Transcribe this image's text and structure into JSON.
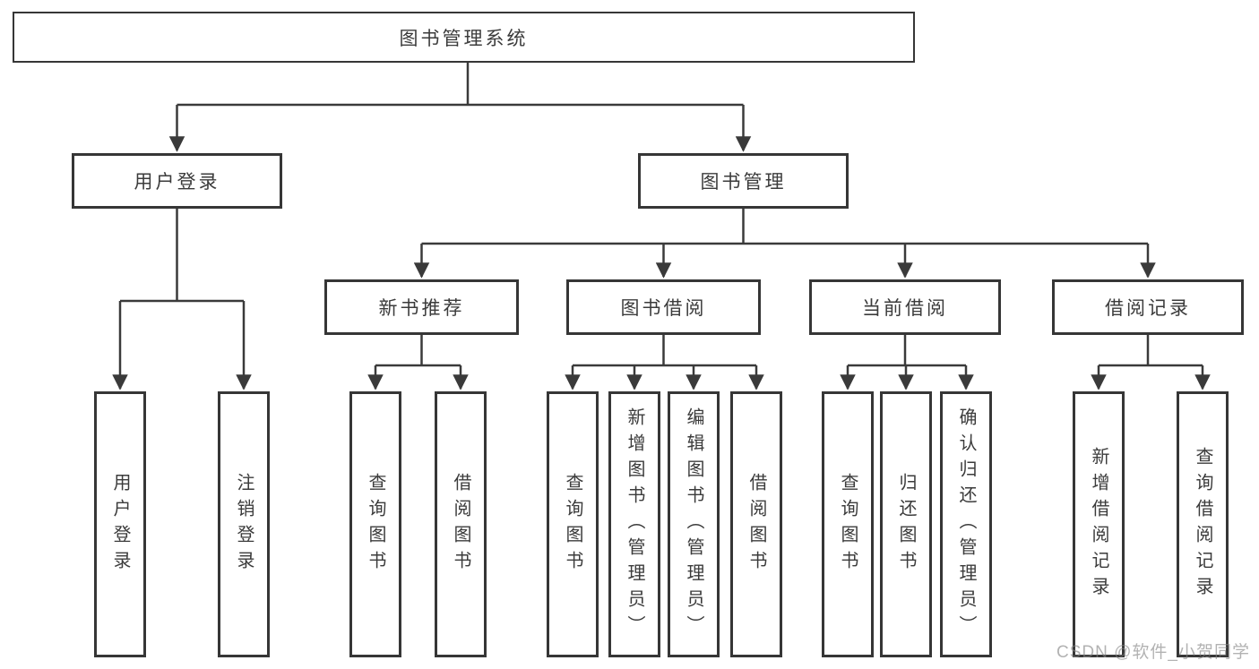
{
  "diagram_title": "图书管理系统",
  "tree": {
    "root": {
      "label": "图书管理系统"
    },
    "branches": [
      {
        "label": "用户登录",
        "children": [
          {
            "label": "用户登录"
          },
          {
            "label": "注销登录"
          }
        ]
      },
      {
        "label": "图书管理",
        "children": [
          {
            "label": "新书推荐",
            "children": [
              {
                "label": "查询图书"
              },
              {
                "label": "借阅图书"
              }
            ]
          },
          {
            "label": "图书借阅",
            "children": [
              {
                "label": "查询图书"
              },
              {
                "label": "新增图书（管理员）"
              },
              {
                "label": "编辑图书（管理员）"
              },
              {
                "label": "借阅图书"
              }
            ]
          },
          {
            "label": "当前借阅",
            "children": [
              {
                "label": "查询图书"
              },
              {
                "label": "归还图书"
              },
              {
                "label": "确认归还（管理员）"
              }
            ]
          },
          {
            "label": "借阅记录",
            "children": [
              {
                "label": "新增借阅记录"
              },
              {
                "label": "查询借阅记录"
              }
            ]
          }
        ]
      }
    ]
  },
  "watermark": "CSDN @软件_小贺同学",
  "colors": {
    "line": "#3a3a3a",
    "box_border": "#363636",
    "box_fill": "#ffffff",
    "text": "#3b3b3b",
    "watermark": "#828282",
    "background": "#ffffff"
  }
}
